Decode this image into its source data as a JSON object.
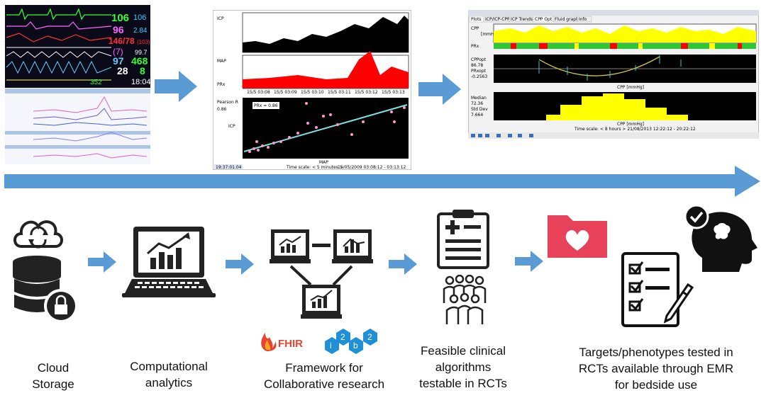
{
  "monitor": {
    "hr": "106",
    "hr2": "106",
    "v96": "96",
    "v284": "2.84",
    "bp": "146/78",
    "bp_mean": "(103)",
    "v7": "(7)",
    "v997": "99.7",
    "v97": "97",
    "v468": "468",
    "v28": "28",
    "v8": "8",
    "v352": "352",
    "time": "18:04"
  },
  "icp_panel": {
    "icp_label": "ICP",
    "map_label": "MAP",
    "prx_label": "PRx",
    "pearson_label": "Pearson R",
    "pearson_value": "0.86",
    "prx_box": "PRx = 0.86",
    "scatter_y": "ICP",
    "scatter_x": "MAP",
    "time_readout": "19:37:01.04",
    "timescale": "Time scale:  < 5 minutes >",
    "time_range": "15/05/2009 03:08:12 - 03:13:12",
    "ticks": [
      "15/5 03:08",
      "15/5 03:09",
      "15/5 03:10",
      "15/5 03:11",
      "15/5 03:12",
      "15/5 03:13"
    ]
  },
  "cpp_panel": {
    "cpp_label": "CPP",
    "cpp_unit": "[mmHg]",
    "prx_label": "PRx",
    "cppopt_label": "CPPopt",
    "cppopt_value": "86.78",
    "prxopt_label": "PRxopt",
    "prxopt_value": "-0.2563",
    "median_label": "Median",
    "median_value": "72.36",
    "stddev_label": "Std Dev",
    "stddev_value": "7.664",
    "xaxis": "CPP [mmHg]",
    "xaxis2": "CPP [mmHg]",
    "timescale": "Time scale:  < 8 hours >    21/08/2013 12:22:12 - 20:22:12",
    "tabs": [
      "Plots",
      "ICP/ICP-CPP",
      "ICP Trends",
      "CPP Opt",
      "Fluid graph",
      "Info"
    ]
  },
  "steps": {
    "cloud": "Cloud\nStorage",
    "analytics": "Computational\nanalytics",
    "framework": "Framework for\nCollaborative research",
    "feasible": "Feasible clinical\nalgorithms\ntestable in RCTs",
    "targets": "Targets/phenotypes tested in\nRCTs available through EMR\nfor bedside use"
  },
  "logos": {
    "fhir": "FHIR",
    "i2b2": [
      "i",
      "2",
      "b",
      "2"
    ]
  },
  "colors": {
    "arrow": "#5b9bd5",
    "folder": "#e8425a",
    "yellow": "#ffff00",
    "red": "#ff0000",
    "green": "#2ec832"
  }
}
